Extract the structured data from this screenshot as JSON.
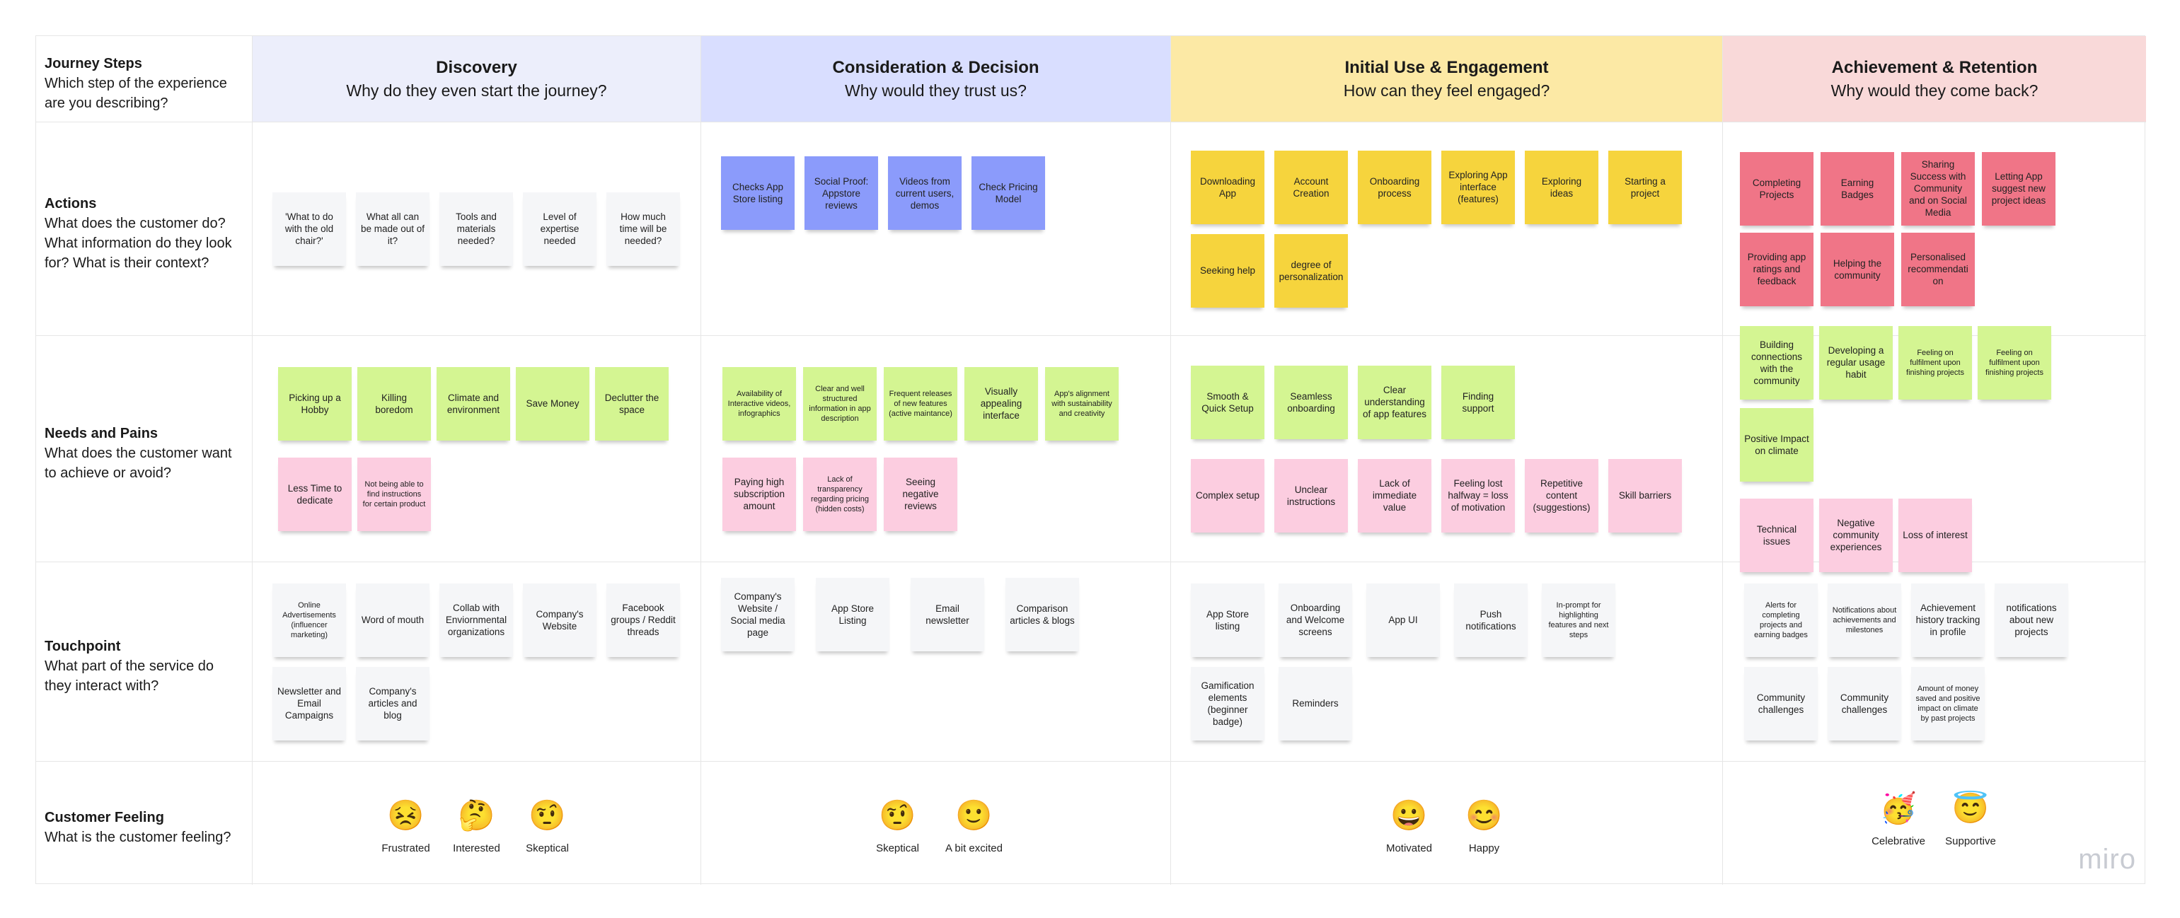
{
  "rows": [
    {
      "title": "Journey Steps",
      "desc": "Which step of the experience are you describing?"
    },
    {
      "title": "Actions",
      "desc": "What does the customer do? What information do they look for? What is their context?"
    },
    {
      "title": "Needs and Pains",
      "desc": "What does the customer want to achieve or avoid?"
    },
    {
      "title": "Touchpoint",
      "desc": "What part of the service do they interact with?"
    },
    {
      "title": "Customer Feeling",
      "desc": "What is the customer feeling?"
    }
  ],
  "phases": [
    {
      "title": "Discovery",
      "question": "Why do they even start the journey?"
    },
    {
      "title": "Consideration & Decision",
      "question": "Why would they trust us?"
    },
    {
      "title": "Initial Use & Engagement",
      "question": "How can they feel engaged?"
    },
    {
      "title": "Achievement & Retention",
      "question": "Why would they come back?"
    }
  ],
  "actions": [
    [
      "'What to do with the old chair?'",
      "What all can be made out of it?",
      "Tools and materials needed?",
      "Level of expertise needed",
      "How much time will be needed?"
    ],
    [
      "Checks App Store listing",
      "Social Proof: Appstore reviews",
      "Videos from current users, demos",
      "Check Pricing Model"
    ],
    [
      "Downloading App",
      "Account Creation",
      "Onboarding process",
      "Exploring App interface (features)",
      "Exploring ideas",
      "Starting a project",
      "Seeking help",
      "degree of personalization"
    ],
    [
      "Completing Projects",
      "Earning Badges",
      "Sharing Success with Community and on Social Media",
      "Letting App suggest new project ideas",
      "Providing app ratings and feedback",
      "Helping the community",
      "Personalised recommendation"
    ]
  ],
  "needs": [
    [
      "Picking up a Hobby",
      "Killing boredom",
      "Climate and environment",
      "Save Money",
      "Declutter the space"
    ],
    [
      "Availability of Interactive videos, infographics",
      "Clear and well structured information in app description",
      "Frequent releases of new features (active maintance)",
      "Visually appealing interface",
      "App's alignment with sustainability and creativity"
    ],
    [
      "Smooth & Quick Setup",
      "Seamless onboarding",
      "Clear understanding of app features",
      "Finding support"
    ],
    [
      "Building connections with the community",
      "Developing a regular usage habit",
      "Feeling on fulfilment upon finishing projects",
      "Feeling on fulfilment upon finishing projects",
      "Positive Impact on climate"
    ]
  ],
  "pains": [
    [
      "Less Time to dedicate",
      "Not being able to find instructions for certain product"
    ],
    [
      "Paying high subscription amount",
      "Lack of transparency regarding pricing (hidden costs)",
      "Seeing negative reviews"
    ],
    [
      "Complex setup",
      "Unclear instructions",
      "Lack of immediate value",
      "Feeling lost halfway = loss of motivation",
      "Repetitive content (suggestions)",
      "Skill barriers"
    ],
    [
      "Technical issues",
      "Negative community experiences",
      "Loss of interest"
    ]
  ],
  "touchpoints": [
    [
      "Online Advertisements (influencer marketing)",
      "Word of mouth",
      "Collab with Enviornmental organizations",
      "Company's Website",
      "Facebook groups / Reddit threads",
      "Newsletter and Email Campaigns",
      "Company's articles and blog"
    ],
    [
      "Company's Website / Social media page",
      "App Store Listing",
      "Email newsletter",
      "Comparison articles & blogs"
    ],
    [
      "App Store listing",
      "Onboarding and Welcome screens",
      "App UI",
      "Push notifications",
      "In-prompt for highlighting features and next steps",
      "Gamification elements (beginner badge)",
      "Reminders"
    ],
    [
      "Alerts for completing projects and earning badges",
      "Notifications about achievements and milestones",
      "Achievement history tracking in profile",
      "notifications about new projects",
      "Community challenges",
      "Community challenges",
      "Amount of money saved and positive impact on climate by past projects"
    ]
  ],
  "feelings": [
    [
      {
        "emoji": "😣",
        "label": "Frustrated"
      },
      {
        "emoji": "🤔",
        "label": "Interested"
      },
      {
        "emoji": "🤨",
        "label": "Skeptical"
      }
    ],
    [
      {
        "emoji": "🤨",
        "label": "Skeptical"
      },
      {
        "emoji": "🙂",
        "label": "A bit excited"
      }
    ],
    [
      {
        "emoji": "😀",
        "label": "Motivated"
      },
      {
        "emoji": "😊",
        "label": "Happy"
      }
    ],
    [
      {
        "emoji": "🥳",
        "label": "Celebrative"
      },
      {
        "emoji": "😇",
        "label": "Supportive"
      }
    ]
  ],
  "colors": {
    "actions": [
      "#f5f6f8",
      "#8b9bfb",
      "#f6d43d",
      "#f07587"
    ],
    "needs": "#d4f592",
    "pains": "#fccde0",
    "touchpoints": "#f5f6f8"
  },
  "brand": "miro"
}
